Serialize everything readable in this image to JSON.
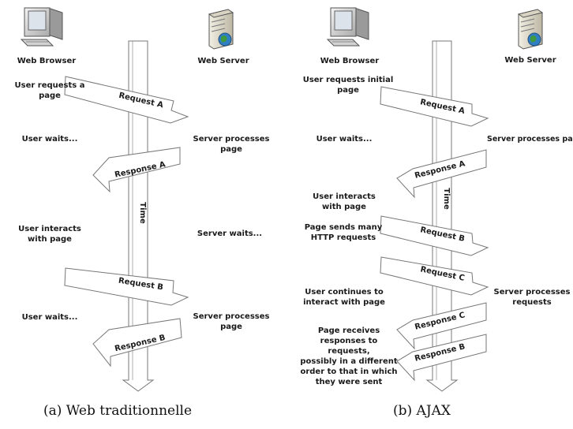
{
  "panel_a": {
    "browser_label": "Web Browser",
    "server_label": "Web Server",
    "time_label": "Time",
    "steps": {
      "user_requests": "User requests a page",
      "user_waits_1": "User waits...",
      "server_processes_1": "Server processes page",
      "user_interacts": "User interacts\nwith page",
      "server_waits": "Server waits...",
      "user_waits_2": "User waits...",
      "server_processes_2": "Server processes page"
    },
    "messages": {
      "request_a": "Request A",
      "response_a": "Response A",
      "request_b": "Request B",
      "response_b": "Response B"
    },
    "caption": "(a) Web traditionnelle"
  },
  "panel_b": {
    "browser_label": "Web Browser",
    "server_label": "Web Server",
    "time_label": "Time",
    "steps": {
      "user_requests": "User requests initial\npage",
      "user_waits": "User waits...",
      "server_processes_page": "Server processes page",
      "user_interacts": "User interacts\nwith page",
      "page_sends": "Page sends many\nHTTP requests",
      "user_continues": "User continues to\ninteract with page",
      "server_processes_requests": "Server processes\nrequests",
      "page_receives": "Page receives\nresponses to requests,\npossibly in a different\norder to that in which\nthey were sent"
    },
    "messages": {
      "request_a": "Request A",
      "response_a": "Response A",
      "request_b": "Request B",
      "request_c": "Request C",
      "response_c": "Response C",
      "response_b": "Response B"
    },
    "caption": "(b) AJAX"
  },
  "colors": {
    "arrow_fill": "#ffffff",
    "arrow_stroke": "#777777",
    "screen": "#dde3ea",
    "server_body": "#e2dfd3",
    "globe": "#2f7fc4",
    "globe_land": "#3f9a3f"
  }
}
